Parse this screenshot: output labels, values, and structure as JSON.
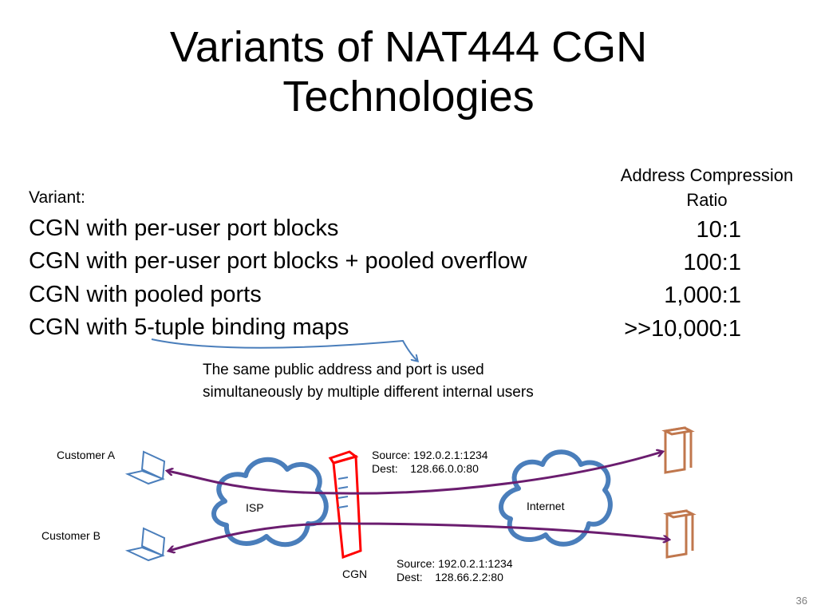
{
  "slide": {
    "title_line1": "Variants of NAT444 CGN",
    "title_line2": "Technologies",
    "page_number": "36"
  },
  "variants": {
    "label": "Variant:",
    "items": [
      "CGN with per-user port blocks",
      "CGN with per-user port blocks + pooled overflow",
      "CGN with pooled ports",
      "CGN with 5-tuple binding maps"
    ]
  },
  "ratios": {
    "header_line1": "Address Compression",
    "header_line2": "Ratio",
    "values": [
      "10:1",
      "100:1",
      "1,000:1",
      ">>10,000:1"
    ]
  },
  "annotation": {
    "text": "The same public address and port is used simultaneously by multiple different internal users"
  },
  "diagram": {
    "customer_a": "Customer A",
    "customer_b": "Customer B",
    "isp": "ISP",
    "internet": "Internet",
    "cgn": "CGN",
    "flow_a": {
      "source": "Source: 192.0.2.1:1234",
      "dest": "Dest:    128.66.0.0:80"
    },
    "flow_b": {
      "source": "Source: 192.0.2.1:1234",
      "dest": "Dest:    128.66.2.2:80"
    }
  },
  "colors": {
    "cloud": "#4a7ebb",
    "cgn_device": "#ff0000",
    "flow_arrow": "#6b1d6f",
    "server": "#c0774d",
    "computer": "#4a7ebb",
    "annotation_stroke": "#4a7ebb"
  }
}
